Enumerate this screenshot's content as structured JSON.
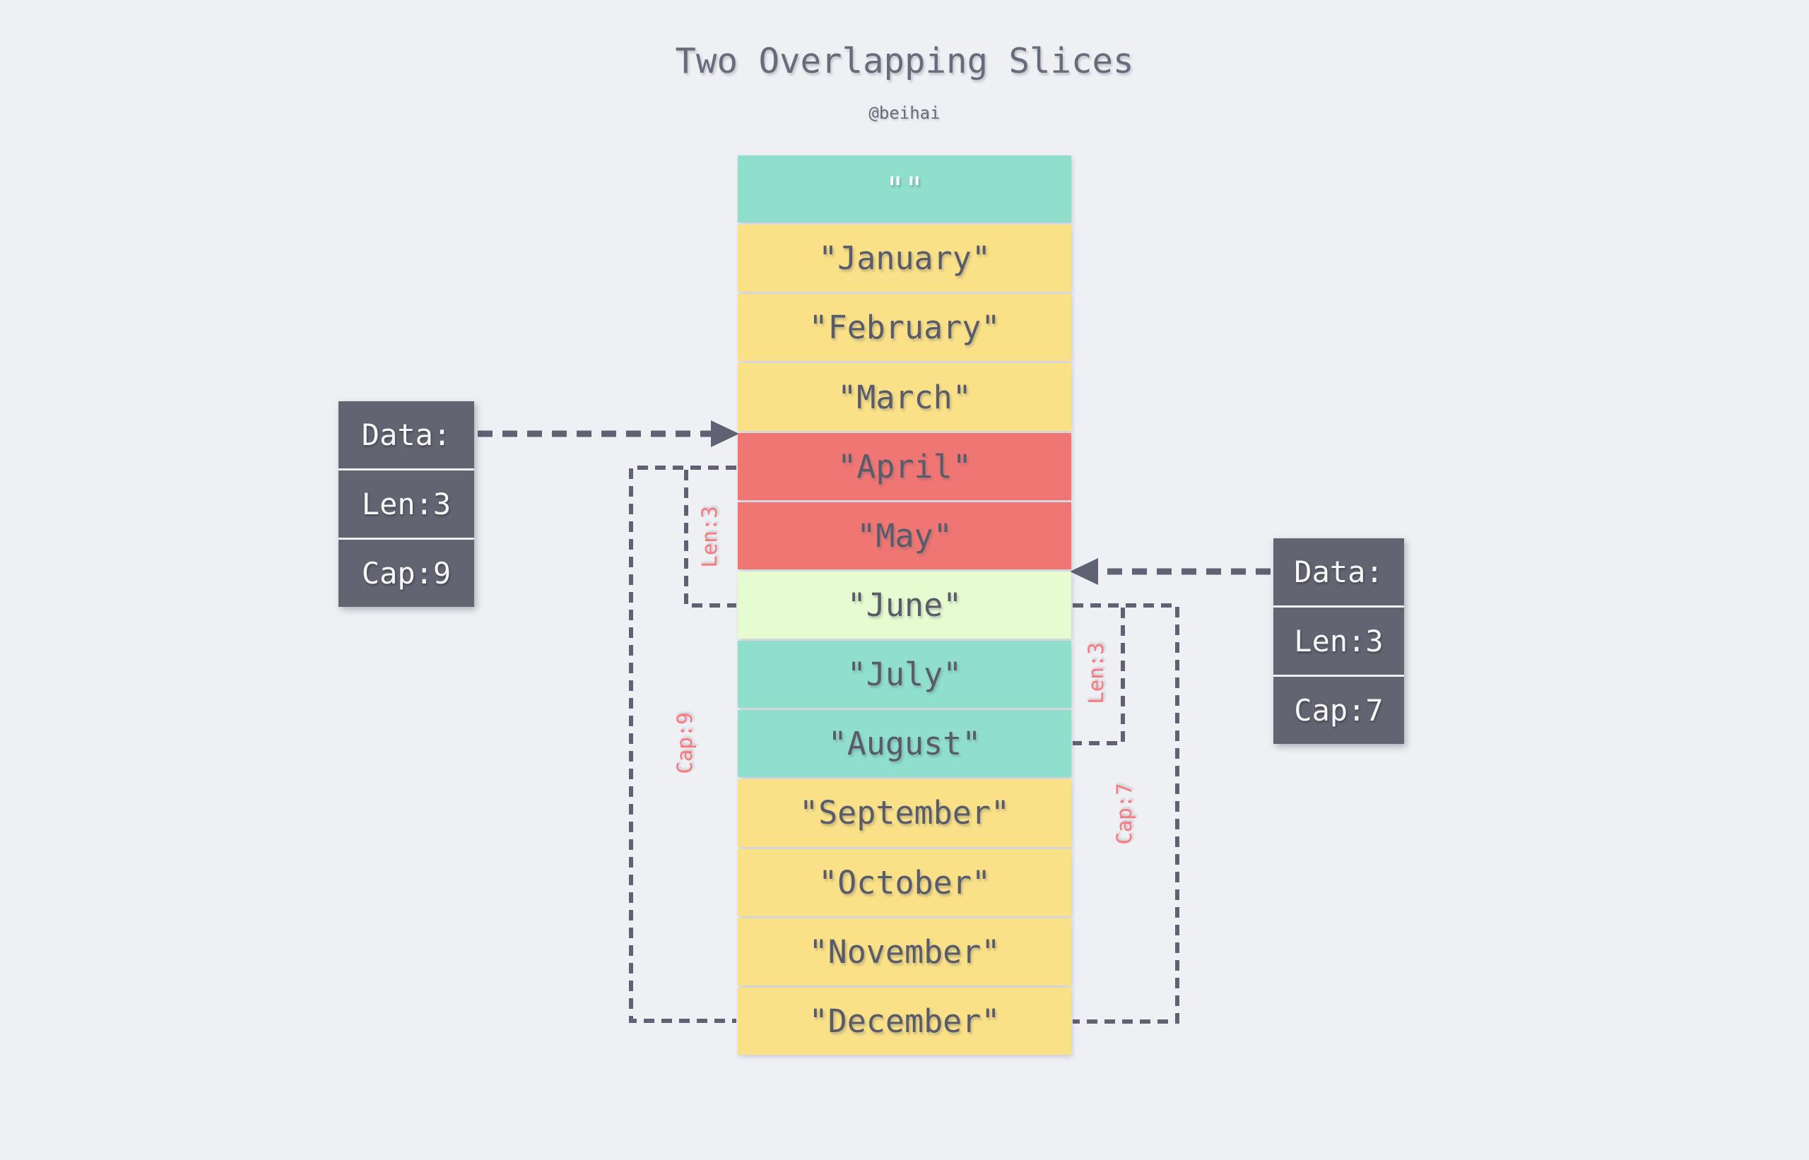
{
  "header": {
    "title": "Two Overlapping Slices",
    "author": "@beihai"
  },
  "stack": {
    "cells": [
      {
        "label": "\"\"",
        "color": "teal_empty"
      },
      {
        "label": "\"January\"",
        "color": "yellow"
      },
      {
        "label": "\"February\"",
        "color": "yellow"
      },
      {
        "label": "\"March\"",
        "color": "yellow"
      },
      {
        "label": "\"April\"",
        "color": "red"
      },
      {
        "label": "\"May\"",
        "color": "red"
      },
      {
        "label": "\"June\"",
        "color": "pale"
      },
      {
        "label": "\"July\"",
        "color": "teal"
      },
      {
        "label": "\"August\"",
        "color": "teal"
      },
      {
        "label": "\"September\"",
        "color": "yellow"
      },
      {
        "label": "\"October\"",
        "color": "yellow"
      },
      {
        "label": "\"November\"",
        "color": "yellow"
      },
      {
        "label": "\"December\"",
        "color": "yellow"
      }
    ]
  },
  "slice1_pointer": {
    "rows": [
      "Data:",
      "Len:3",
      "Cap:9"
    ]
  },
  "slice2_pointer": {
    "rows": [
      "Data:",
      "Len:3",
      "Cap:7"
    ]
  },
  "brackets": {
    "left_len": "Len:3",
    "left_cap": "Cap:9",
    "right_len": "Len:3",
    "right_cap": "Cap:7"
  },
  "colors": {
    "background": "#eef0f4",
    "teal": "#90dfcd",
    "yellow": "#fae087",
    "red": "#f07673",
    "pale_green": "#e7fbd0",
    "slate": "#626472",
    "cell_text": "#585b69",
    "bracket_label_red": "#f8787e"
  }
}
